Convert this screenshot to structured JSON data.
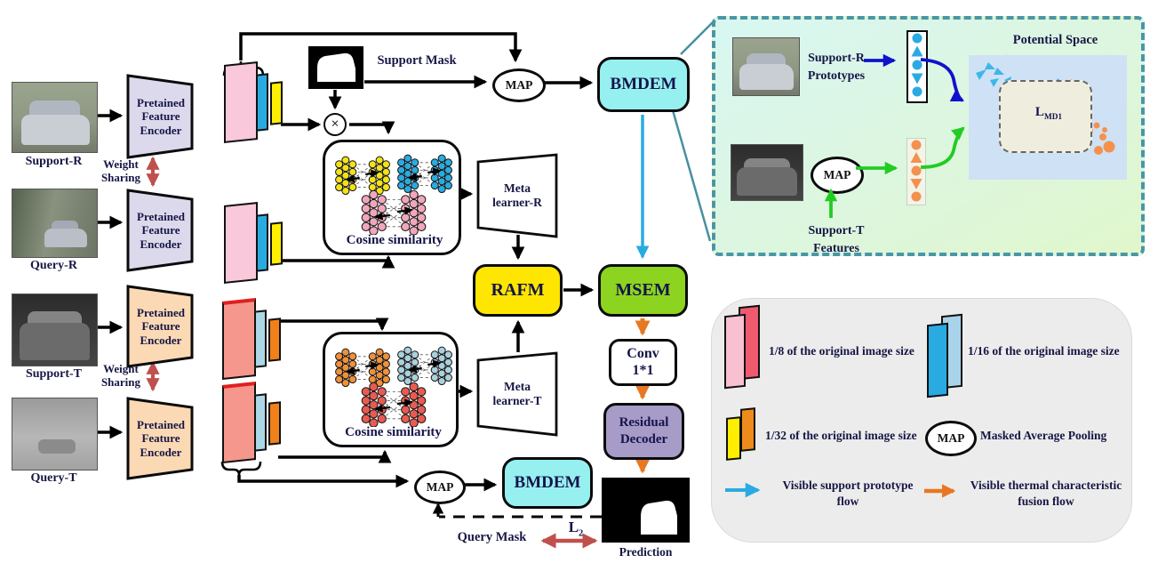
{
  "figure": {
    "inputs": {
      "support_r": "Support-R",
      "query_r": "Query-R",
      "support_t": "Support-T",
      "query_t": "Query-T"
    },
    "encoder_lines": [
      "Pretained",
      "Feature",
      "Encoder"
    ],
    "weight_sharing_lines": [
      "Weight",
      "Sharing"
    ],
    "support_mask": "Support Mask",
    "query_mask": "Query Mask",
    "map": "MAP",
    "bmdem": "BMDEM",
    "cosine_similarity": "Cosine similarity",
    "meta_learner_r_lines": [
      "Meta",
      "learner-R"
    ],
    "meta_learner_t_lines": [
      "Meta",
      "learner-T"
    ],
    "rafm": "RAFM",
    "msem": "MSEM",
    "conv_lines": [
      "Conv",
      "1*1"
    ],
    "residual_lines": [
      "Residual",
      "Decoder"
    ],
    "prediction": "Prediction",
    "l2": {
      "base": "L",
      "sub": "2"
    },
    "multiply": "×"
  },
  "panel": {
    "support_r_prototypes_lines": [
      "Support-R",
      "Prototypes"
    ],
    "support_t_features_lines": [
      "Support-T",
      "Features"
    ],
    "map": "MAP",
    "potential_space": "Potential Space",
    "lmd1": {
      "base": "L",
      "sub": "MD1"
    }
  },
  "legend": {
    "size_1_8": "1/8 of the original image size",
    "size_1_16": "1/16 of the original image size",
    "size_1_32": "1/32 of the original image size",
    "map": "MAP",
    "map_desc": "Masked Average Pooling",
    "flow_visible_lines": [
      "Visible support prototype",
      "flow"
    ],
    "flow_thermal_lines": [
      "Visible thermal characteristic",
      "fusion flow"
    ]
  },
  "colors": {
    "bmdem_fill": "#97f0f0",
    "rafm_fill": "#ffe600",
    "msem_fill": "#8cd41f",
    "residual_fill": "#a79bc8",
    "conv_fill": "#ffffff",
    "encoder_rgb_fill": "#dcd9ec",
    "encoder_thermal_fill": "#fbd9b4",
    "visible_flow": "#29abe2",
    "thermal_flow": "#e87722",
    "weight_share_arrow": "#c0504d",
    "panel_border": "#4b96a5",
    "blue_arrow": "#1111cc",
    "green_arrow": "#22cc22",
    "dark_red_arrow": "#a33a2a",
    "proto_shape": "#29abe2",
    "feature_shape": "#f4914e"
  },
  "stacks": [
    {
      "sheets": [
        "#f9c8da",
        "#29abe2",
        "#ffee00"
      ],
      "red_top": false
    },
    {
      "sheets": [
        "#f9c8da",
        "#29abe2",
        "#ffee00"
      ],
      "red_top": false
    },
    {
      "sheets": [
        "#f5978c",
        "#abd7e6",
        "#f08019"
      ],
      "red_top": true
    },
    {
      "sheets": [
        "#f5978c",
        "#abd7e6",
        "#f08019"
      ],
      "red_top": true
    }
  ],
  "legend_pairs": [
    {
      "front": "#f9c0d2",
      "back": "#ef5a6e"
    },
    {
      "front": "#29abe2",
      "back": "#a9d3e8"
    },
    {
      "front": "#ffee00",
      "back": "#ef8b1a"
    }
  ],
  "cosine_boxes": [
    {
      "clusters": [
        "#f2e21b",
        "#29abe2",
        "#f2a6bb"
      ]
    },
    {
      "clusters": [
        "#f0913a",
        "#a9d0dc",
        "#e85b52"
      ]
    }
  ],
  "proto_shapes": [
    "circle",
    "triangle-up",
    "circle",
    "triangle-down",
    "circle"
  ]
}
